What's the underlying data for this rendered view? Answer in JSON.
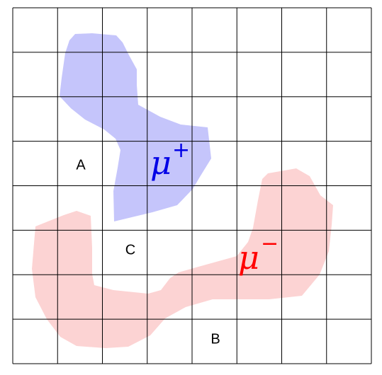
{
  "grid": {
    "columns": 8,
    "rows": 8,
    "line_color": "#000000"
  },
  "regions": [
    {
      "id": "mu-plus",
      "symbol": "μ",
      "sign": "+",
      "fill": "#c5c5fb",
      "label_color": "#0000e6"
    },
    {
      "id": "mu-minus",
      "symbol": "μ",
      "sign": "−",
      "fill": "#fcd3d3",
      "label_color": "#ff0000"
    }
  ],
  "points": [
    {
      "label": "A"
    },
    {
      "label": "C"
    },
    {
      "label": "B"
    }
  ]
}
